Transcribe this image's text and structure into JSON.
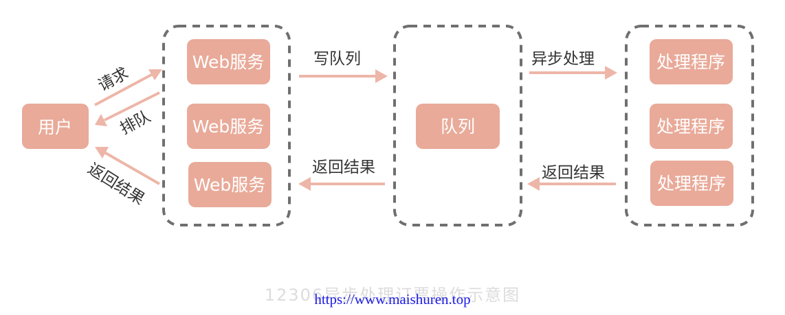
{
  "nodes": {
    "user": "用户",
    "web_1": "Web服务",
    "web_2": "Web服务",
    "web_3": "Web服务",
    "queue": "队列",
    "handler_1": "处理程序",
    "handler_2": "处理程序",
    "handler_3": "处理程序"
  },
  "edges": {
    "request": "请求",
    "queue_wait": "排队",
    "return_to_user": "返回结果",
    "write_queue": "写队列",
    "return_from_queue": "返回结果",
    "async_process": "异步处理",
    "return_from_handler": "返回结果"
  },
  "caption": "12306异步处理订票操作示意图",
  "watermark": "https://www.maishuren.top",
  "colors": {
    "node_fill": "#e9aa99",
    "arrow": "#edb6a8",
    "dashed_border": "#6f6f6f",
    "watermark": "#1a1ae6"
  }
}
